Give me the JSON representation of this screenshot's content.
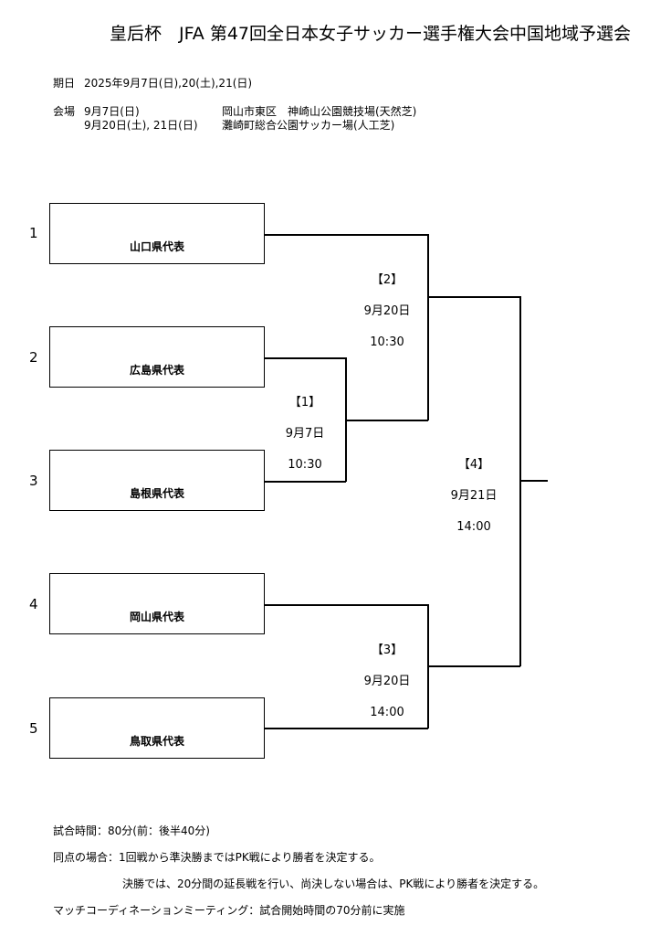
{
  "header": {
    "title": "皇后杯　JFA 第47回全日本女子サッカー選手権大会中国地域予選会",
    "period_label": "期日",
    "period_value": "2025年9月7日(日),20(土),21(日)",
    "venue_label": "会場",
    "venues": [
      {
        "dates": "9月7日(日)",
        "place": "岡山市東区　神崎山公園競技場(天然芝)"
      },
      {
        "dates": "9月20日(土), 21日(日)",
        "place": "灘崎町総合公園サッカー場(人工芝)"
      }
    ]
  },
  "teams": [
    {
      "seed": "1",
      "name": "山口県代表"
    },
    {
      "seed": "2",
      "name": "広島県代表"
    },
    {
      "seed": "3",
      "name": "島根県代表"
    },
    {
      "seed": "4",
      "name": "岡山県代表"
    },
    {
      "seed": "5",
      "name": "鳥取県代表"
    }
  ],
  "matches": [
    {
      "id": "【1】",
      "date": "9月7日",
      "time": "10:30"
    },
    {
      "id": "【2】",
      "date": "9月20日",
      "time": "10:30"
    },
    {
      "id": "【3】",
      "date": "9月20日",
      "time": "14:00"
    },
    {
      "id": "【4】",
      "date": "9月21日",
      "time": "14:00"
    }
  ],
  "notes": [
    "試合時間：80分(前：後半40分)",
    "同点の場合：1回戦から準決勝まではPK戦により勝者を決定する。",
    "決勝では、20分間の延長戦を行い、尚決しない場合は、PK戦により勝者を決定する。",
    "マッチコーディネーションミーティング：試合開始時間の70分前に実施"
  ]
}
